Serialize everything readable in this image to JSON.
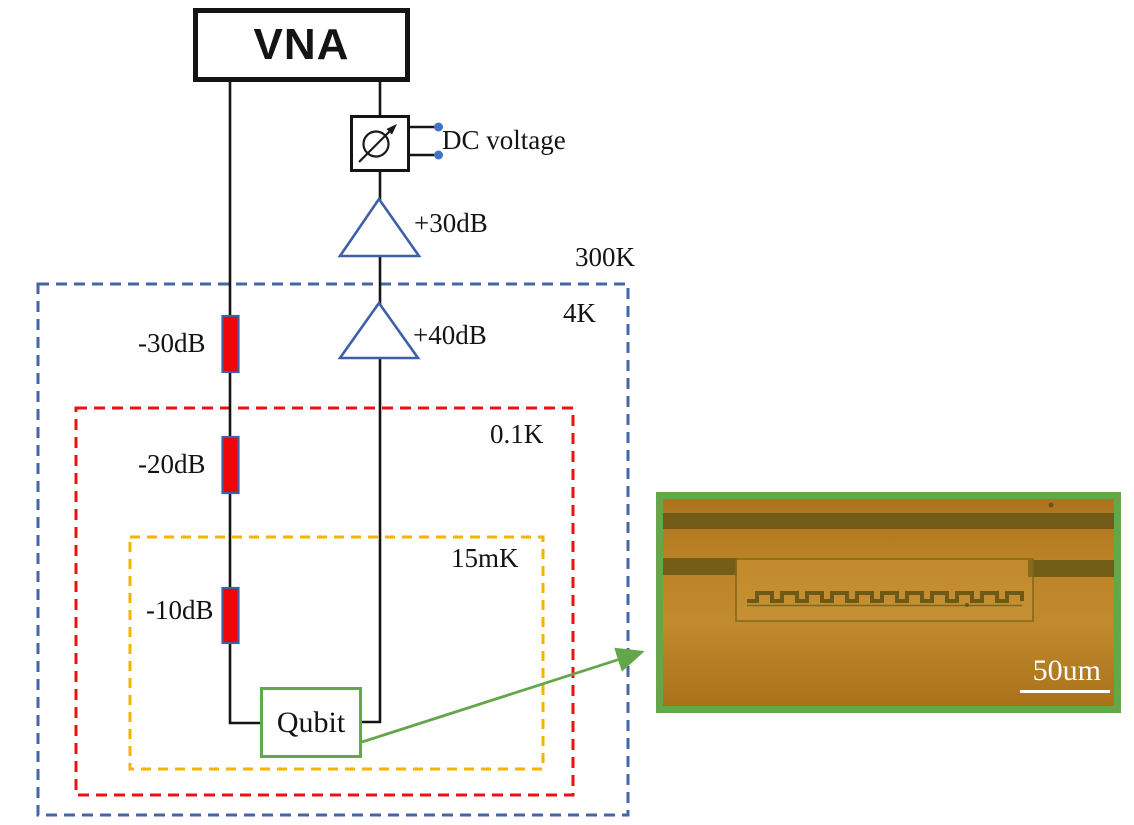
{
  "figure": {
    "type": "cryogenic qubit measurement setup diagram",
    "vna": {
      "label": "VNA"
    },
    "dc_source": {
      "label": "DC voltage"
    },
    "amplifiers": [
      {
        "gain": "+30dB"
      },
      {
        "gain": "+40dB"
      }
    ],
    "attenuators": [
      {
        "value": "-30dB"
      },
      {
        "value": "-20dB"
      },
      {
        "value": "-10dB"
      }
    ],
    "temperature_stages": [
      {
        "label": "300K"
      },
      {
        "label": "4K"
      },
      {
        "label": "0.1K"
      },
      {
        "label": "15mK"
      }
    ],
    "qubit": {
      "label": "Qubit"
    }
  },
  "micrograph": {
    "scale_bar": "50um"
  },
  "colors": {
    "wire": "#151515",
    "stage-4k": "#4565a8",
    "stage-01k": "#ef1010",
    "stage-15mk": "#f3b400",
    "attenuator-fill": "#ee0505",
    "component-blue": "#3f5fa7",
    "terminal-dot": "#4472c4",
    "green-accent": "#64a74a",
    "photo-orange": "#b1781f",
    "photo-dark": "#6e5a16",
    "scale-text": "#ffffff"
  }
}
